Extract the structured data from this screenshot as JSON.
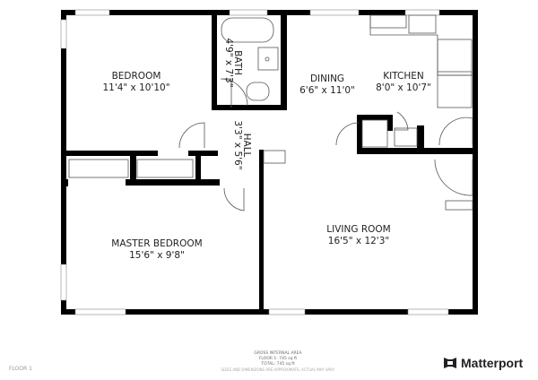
{
  "rooms": {
    "bedroom": {
      "name": "BEDROOM",
      "size": "11'4\" x 10'10\""
    },
    "bath": {
      "name": "BATH",
      "size": "4'9\" x 7'3\""
    },
    "dining": {
      "name": "DINING",
      "size": "6'6\" x 11'0\""
    },
    "kitchen": {
      "name": "KITCHEN",
      "size": "8'0\" x 10'7\""
    },
    "hall": {
      "name": "HALL",
      "size": "3'3\" x 5'6\""
    },
    "master": {
      "name": "MASTER BEDROOM",
      "size": "15'6\" x 9'8\""
    },
    "living": {
      "name": "LIVING ROOM",
      "size": "16'5\" x 12'3\""
    }
  },
  "footer": {
    "title": "GROSS INTERNAL AREA",
    "floor_area": "FLOOR 1: 745 sq ft",
    "total": "TOTAL: 745 sq ft",
    "disclaimer": "SIZES AND DIMENSIONS ARE APPROXIMATE, ACTUAL MAY VARY.",
    "floor_label": "FLOOR 1"
  },
  "brand": {
    "name": "Matterport",
    "icon": "matterport-logo-icon"
  },
  "colors": {
    "wall": "#000000",
    "fixture": "#555555"
  }
}
